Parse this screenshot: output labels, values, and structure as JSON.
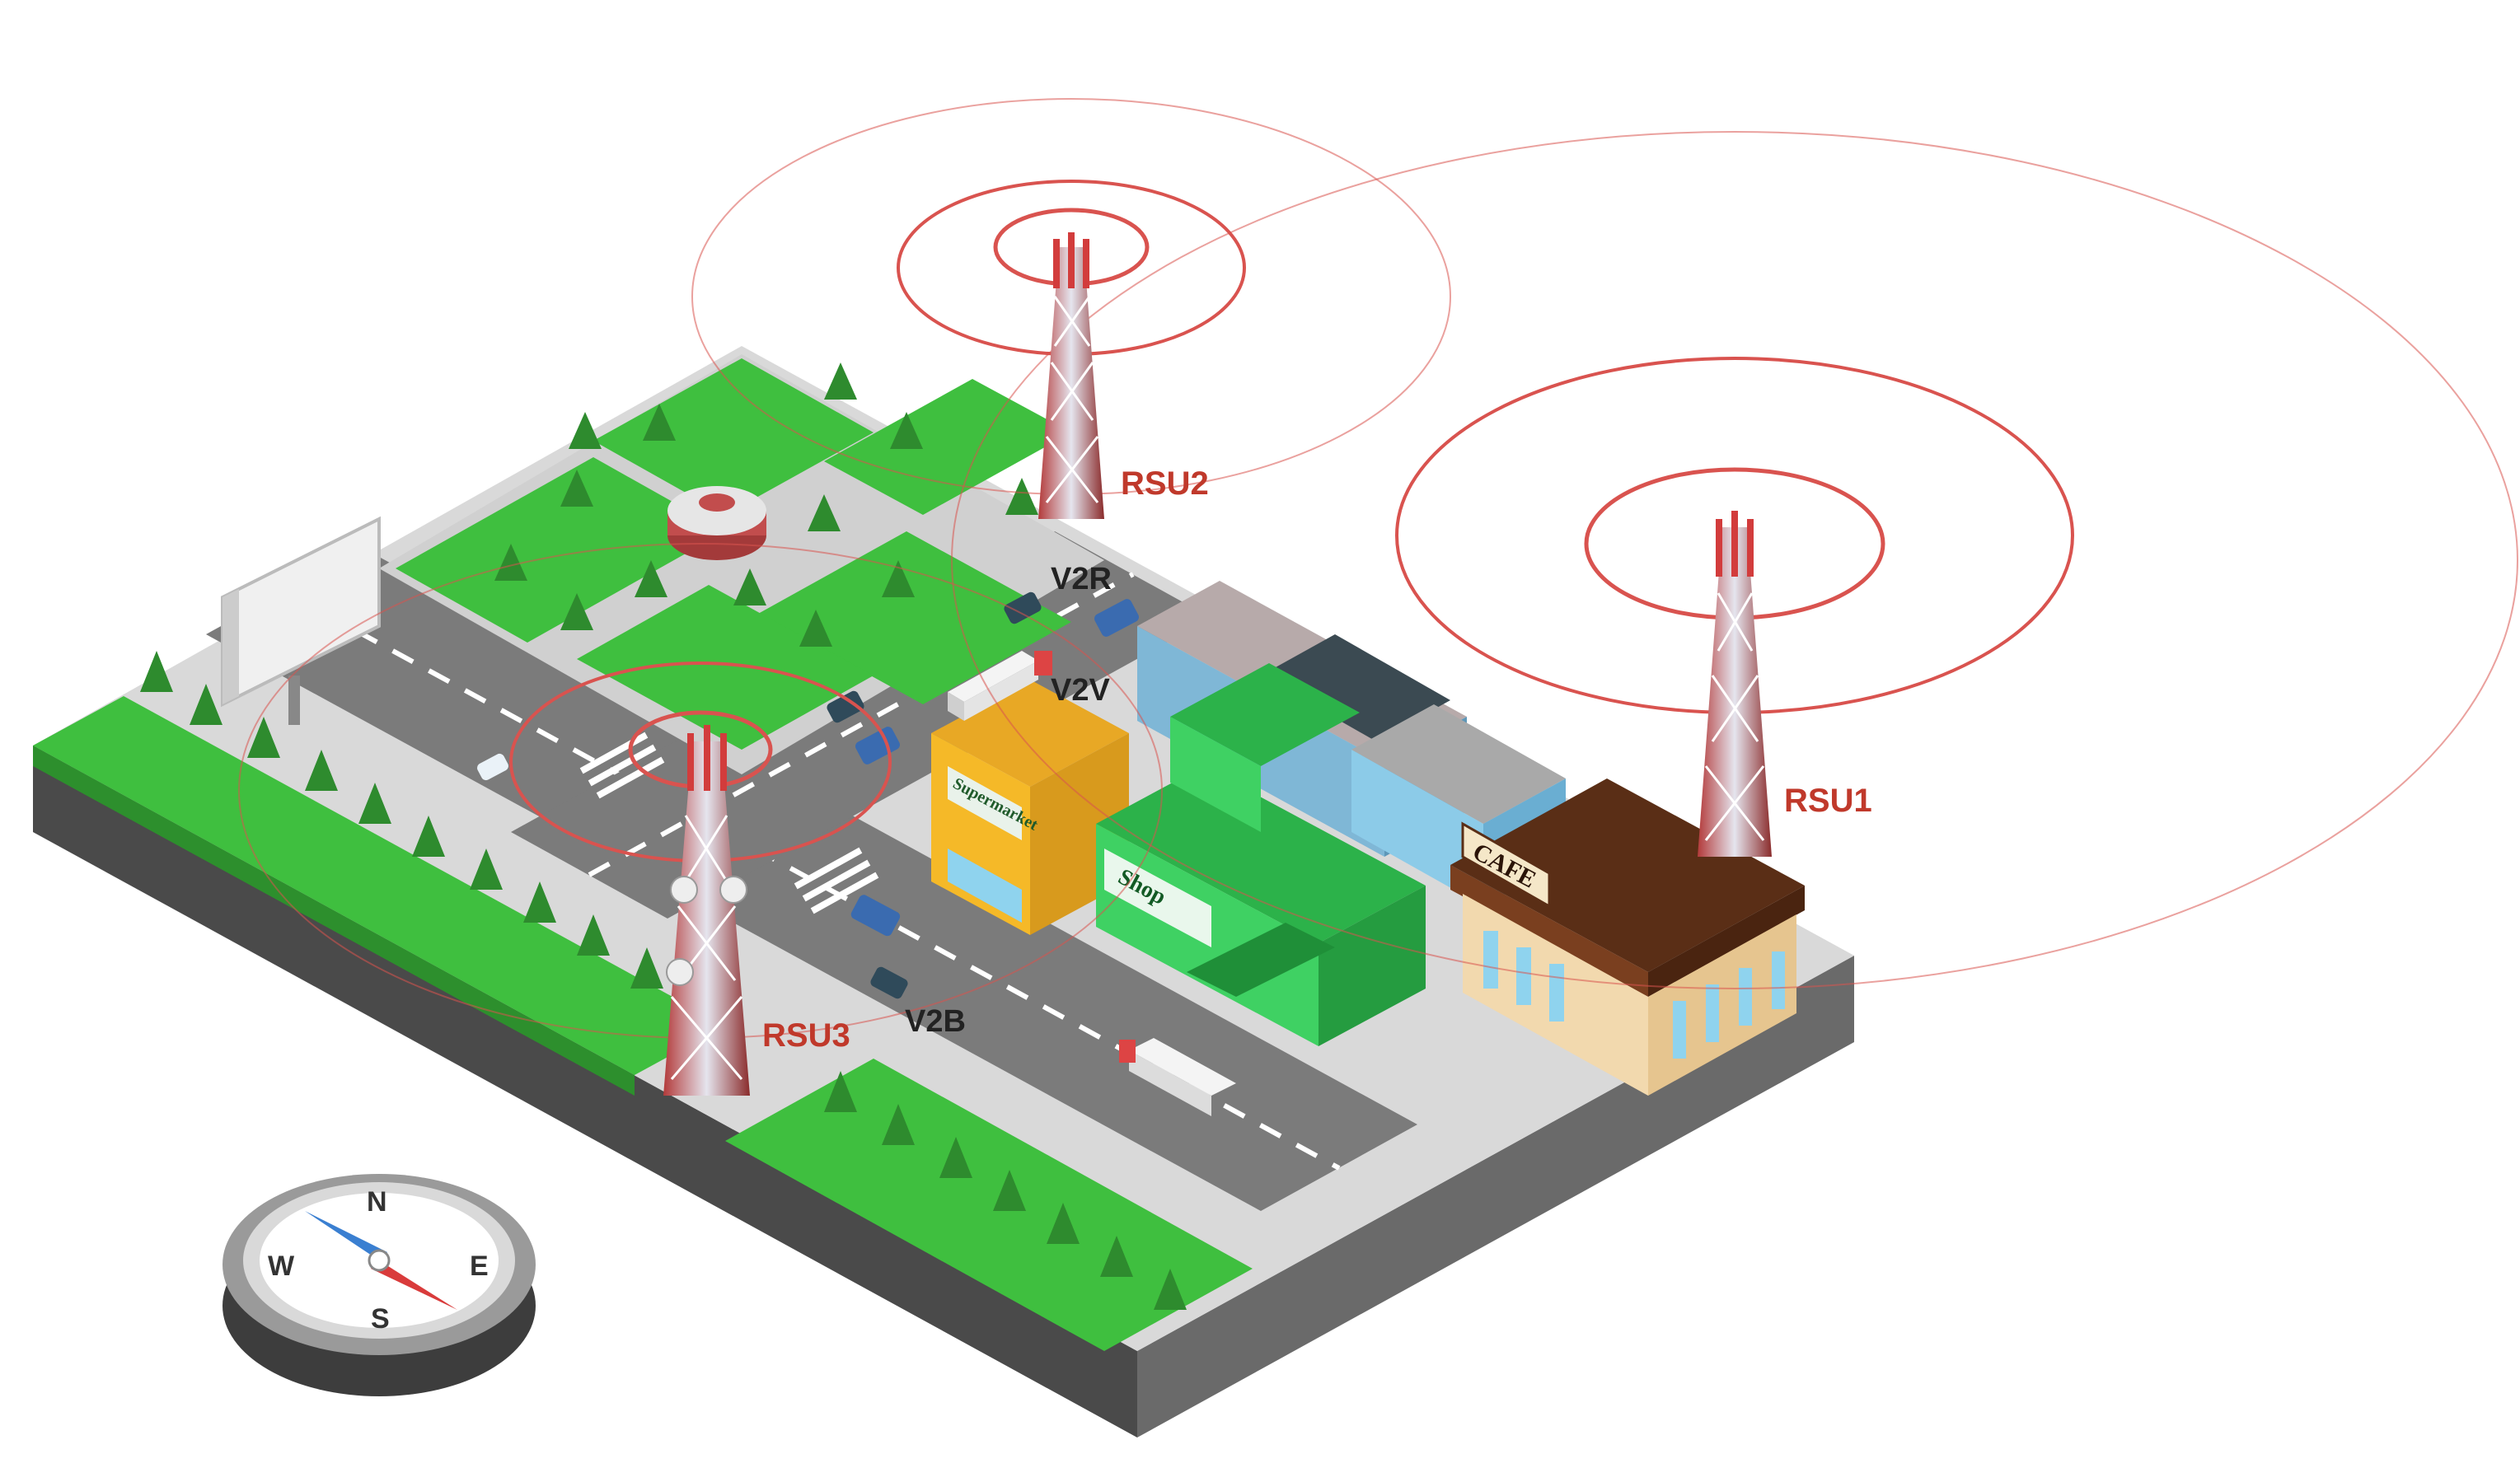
{
  "diagram": {
    "labels": {
      "rsu1": "RSU1",
      "rsu2": "RSU2",
      "rsu3": "RSU3",
      "v2r": "V2R",
      "v2v": "V2V",
      "v2b": "V2B"
    },
    "signs": {
      "supermarket": "Supermarket",
      "shop": "Shop",
      "cafe": "CAFE"
    },
    "compass": {
      "north": "N",
      "east": "E",
      "west": "W",
      "south": "S"
    },
    "colors": {
      "signal_ring": "#d9534f",
      "tower_red": "#d23c3c",
      "grass": "#3fbf3f",
      "road": "#7b7b7b",
      "base": "#555555",
      "label_red": "#c0392b"
    }
  }
}
